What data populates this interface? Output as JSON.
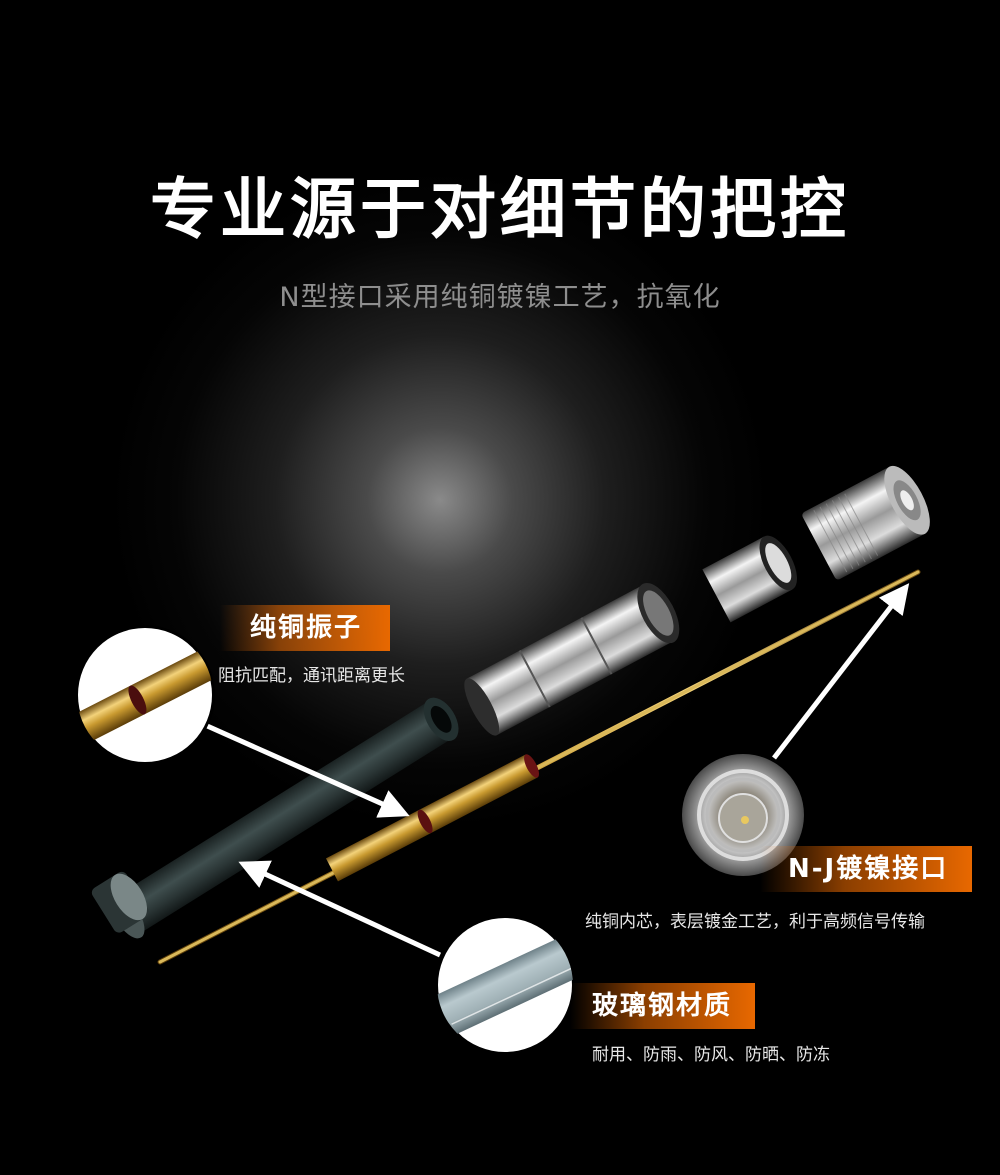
{
  "header": {
    "title": "专业源于对细节的把控",
    "subtitle": "N型接口采用纯铜镀镍工艺，抗氧化"
  },
  "callouts": [
    {
      "label": "纯铜振子",
      "description": "阻抗匹配，通讯距离更长",
      "detail_icon": "copper-element-closeup"
    },
    {
      "label": "N-J镀镍接口",
      "description": "纯铜内芯，表层镀金工艺，利于高频信号传输",
      "detail_icon": "n-connector-closeup"
    },
    {
      "label": "玻璃钢材质",
      "description": "耐用、防雨、防风、防晒、防冻",
      "detail_icon": "fiberglass-tube-closeup"
    }
  ],
  "colors": {
    "background": "#000000",
    "accent_orange": "#e86800",
    "title": "#ffffff",
    "subtitle": "#8e8e8e",
    "copper": "#c9a13a",
    "fiberglass": "#2e3a3a"
  }
}
